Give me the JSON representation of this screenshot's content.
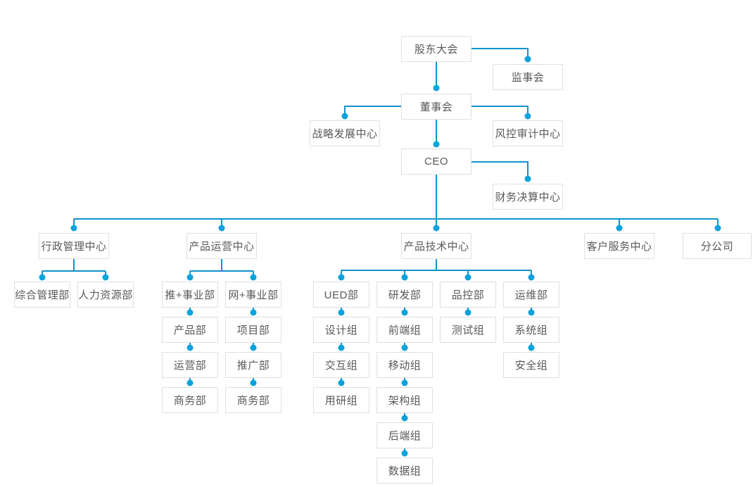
{
  "diagram": {
    "kind": "organization-chart",
    "colors": {
      "connector_line": "#0f93cc",
      "connector_dot": "#0ca2dc",
      "node_border": "#e0e0e0",
      "node_text": "#595959",
      "background": "#ffffff"
    }
  },
  "nodes": {
    "shareholders": {
      "label": "股东大会"
    },
    "supervisory": {
      "label": "监事会"
    },
    "board": {
      "label": "董事会"
    },
    "strategy": {
      "label": "战略发展中心"
    },
    "risk_audit": {
      "label": "风控审计中心"
    },
    "ceo": {
      "label": "CEO"
    },
    "finance": {
      "label": "财务决算中心"
    },
    "admin_center": {
      "label": "行政管理中心"
    },
    "ops_center": {
      "label": "产品运营中心"
    },
    "tech_center": {
      "label": "产品技术中心"
    },
    "service_center": {
      "label": "客户服务中心"
    },
    "branch": {
      "label": "分公司"
    },
    "general_mgmt": {
      "label": "综合管理部"
    },
    "hr": {
      "label": "人力资源部"
    },
    "tui_div": {
      "label": "推+事业部"
    },
    "wang_div": {
      "label": "网+事业部"
    },
    "product_dept": {
      "label": "产品部"
    },
    "operation_dept": {
      "label": "运营部"
    },
    "business_dept_a": {
      "label": "商务部"
    },
    "project_dept": {
      "label": "项目部"
    },
    "promotion_dept": {
      "label": "推广部"
    },
    "business_dept_b": {
      "label": "商务部"
    },
    "ued": {
      "label": "UED部"
    },
    "rd": {
      "label": "研发部"
    },
    "qc": {
      "label": "品控部"
    },
    "om": {
      "label": "运维部"
    },
    "design": {
      "label": "设计组"
    },
    "interaction": {
      "label": "交互组"
    },
    "user_research": {
      "label": "用研组"
    },
    "frontend": {
      "label": "前端组"
    },
    "mobile": {
      "label": "移动组"
    },
    "architecture": {
      "label": "架构组"
    },
    "backend": {
      "label": "后端组"
    },
    "data": {
      "label": "数据组"
    },
    "testing": {
      "label": "测试组"
    },
    "system": {
      "label": "系统组"
    },
    "security": {
      "label": "安全组"
    }
  },
  "hierarchy": {
    "shareholders": [
      "supervisory",
      "board"
    ],
    "board": [
      "strategy",
      "risk_audit",
      "ceo"
    ],
    "ceo": [
      "finance",
      "admin_center",
      "ops_center",
      "tech_center",
      "service_center",
      "branch"
    ],
    "admin_center": [
      "general_mgmt",
      "hr"
    ],
    "ops_center": [
      "tui_div",
      "wang_div"
    ],
    "tui_div": [
      "product_dept",
      "operation_dept",
      "business_dept_a"
    ],
    "wang_div": [
      "project_dept",
      "promotion_dept",
      "business_dept_b"
    ],
    "tech_center": [
      "ued",
      "rd",
      "qc",
      "om"
    ],
    "ued": [
      "design",
      "interaction",
      "user_research"
    ],
    "rd": [
      "frontend",
      "mobile",
      "architecture",
      "backend",
      "data"
    ],
    "qc": [
      "testing"
    ],
    "om": [
      "system",
      "security"
    ]
  }
}
